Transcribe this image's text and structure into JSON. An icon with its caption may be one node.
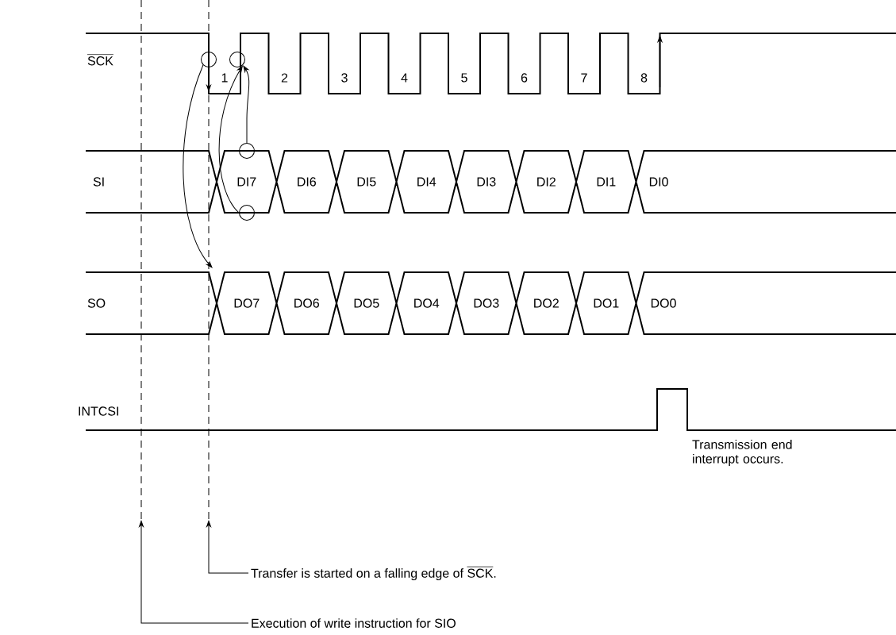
{
  "diagram": {
    "nodes": [
      {
        "text": [
          "\\text{Transfer is started on a falling edge of }\\overline{\\text{SCK}}\\text{.}"
        ]
      },
      {
        "text": [
          "Execution of write instruction for SIO"
        ]
      },
      {
        "text": [],
        "shape": "circle"
      },
      {
        "text": [],
        "shape": "circle"
      },
      {
        "text": [],
        "shape": "circle"
      },
      {
        "text": [],
        "shape": "circle"
      }
    ],
    "edges": [
      {
        "from": 0,
        "to": null,
        "arrow": "to"
      },
      {
        "from": 1,
        "to": null,
        "arrow": "to"
      },
      {
        "from": 2,
        "to": null,
        "arrow": "to"
      },
      {
        "from": 4,
        "to": 3,
        "arrow": "to"
      },
      {
        "from": 5,
        "to": 3,
        "arrow": "to"
      }
    ],
    "labels": [
      "\\overline{\\text{SCK}}",
      "1",
      "2",
      "3",
      "4",
      "5",
      "6",
      "7",
      "8",
      "SI",
      "DI7",
      "DI6",
      "DI5",
      "DI4",
      "DI3",
      "DI2",
      "DI1",
      "DI0",
      "SO",
      "DO7",
      "DO6",
      "DO5",
      "DO4",
      "DO3",
      "DO2",
      "DO1",
      "DO0",
      "INTCSI",
      "Transmission end interrupt occurs."
    ]
  }
}
